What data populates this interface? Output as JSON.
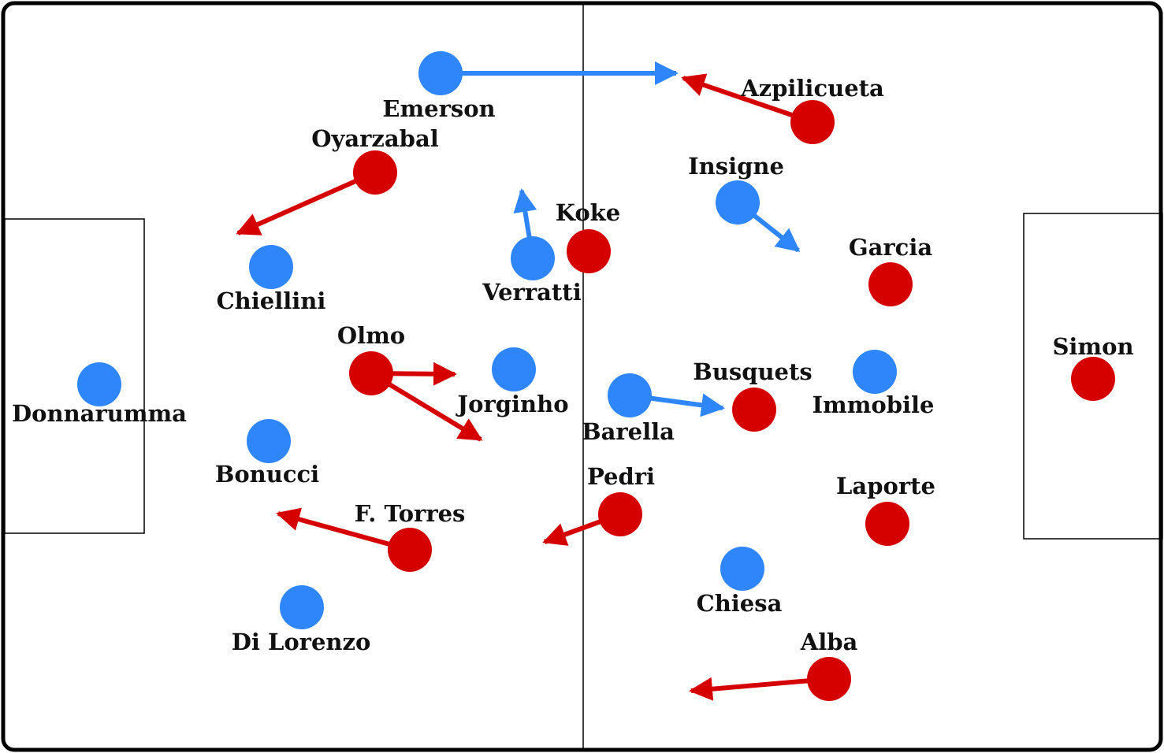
{
  "colors": {
    "italy": "#2f86fb",
    "spain": "#d50000",
    "lines": "#000000",
    "background": "#ffffff"
  },
  "players": [
    {
      "id": "emerson",
      "name": "Emerson",
      "team": "italy"
    },
    {
      "id": "oyarzabal",
      "name": "Oyarzabal",
      "team": "spain"
    },
    {
      "id": "azpilicueta",
      "name": "Azpilicueta",
      "team": "spain"
    },
    {
      "id": "insigne",
      "name": "Insigne",
      "team": "italy"
    },
    {
      "id": "koke",
      "name": "Koke",
      "team": "spain"
    },
    {
      "id": "verratti",
      "name": "Verratti",
      "team": "italy"
    },
    {
      "id": "chiellini",
      "name": "Chiellini",
      "team": "italy"
    },
    {
      "id": "garcia",
      "name": "Garcia",
      "team": "spain"
    },
    {
      "id": "olmo",
      "name": "Olmo",
      "team": "spain"
    },
    {
      "id": "jorginho",
      "name": "Jorginho",
      "team": "italy"
    },
    {
      "id": "busquets",
      "name": "Busquets",
      "team": "spain"
    },
    {
      "id": "immobile",
      "name": "Immobile",
      "team": "italy"
    },
    {
      "id": "simon",
      "name": "Simon",
      "team": "spain"
    },
    {
      "id": "donnarumma",
      "name": "Donnarumma",
      "team": "italy"
    },
    {
      "id": "barella",
      "name": "Barella",
      "team": "italy"
    },
    {
      "id": "bonucci",
      "name": "Bonucci",
      "team": "italy"
    },
    {
      "id": "pedri",
      "name": "Pedri",
      "team": "spain"
    },
    {
      "id": "laporte",
      "name": "Laporte",
      "team": "spain"
    },
    {
      "id": "f-torres",
      "name": "F. Torres",
      "team": "spain"
    },
    {
      "id": "chiesa",
      "name": "Chiesa",
      "team": "italy"
    },
    {
      "id": "di-lorenzo",
      "name": "Di Lorenzo",
      "team": "italy"
    },
    {
      "id": "alba",
      "name": "Alba",
      "team": "spain"
    }
  ]
}
